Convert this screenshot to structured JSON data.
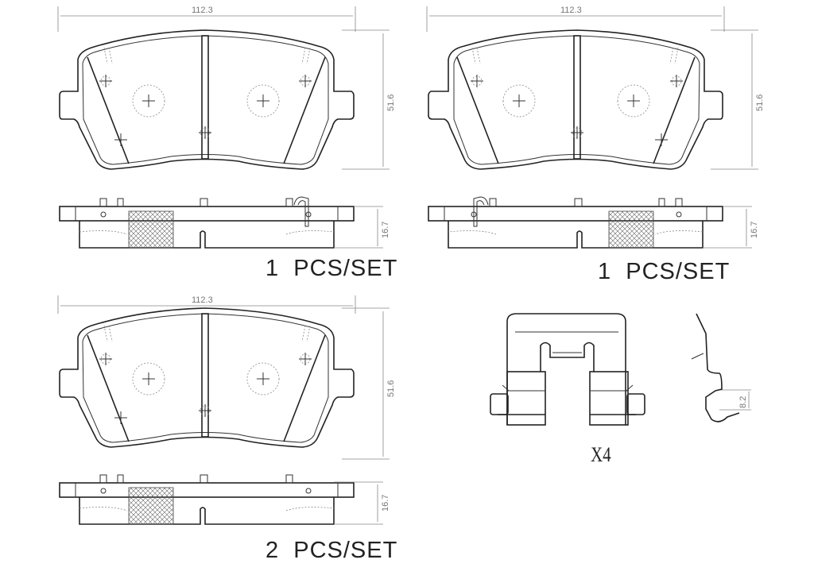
{
  "pads": [
    {
      "width": "112.3",
      "height": "51.6",
      "thickness": "16.7",
      "qty_label": "1  PCS/SET"
    },
    {
      "width": "112.3",
      "height": "51.6",
      "thickness": "16.7",
      "qty_label": "1  PCS/SET"
    },
    {
      "width": "112.3",
      "height": "51.6",
      "thickness": "16.7",
      "qty_label": "2  PCS/SET"
    }
  ],
  "hardware": {
    "qty_label": "X4",
    "clip_dimension": "8.2"
  }
}
